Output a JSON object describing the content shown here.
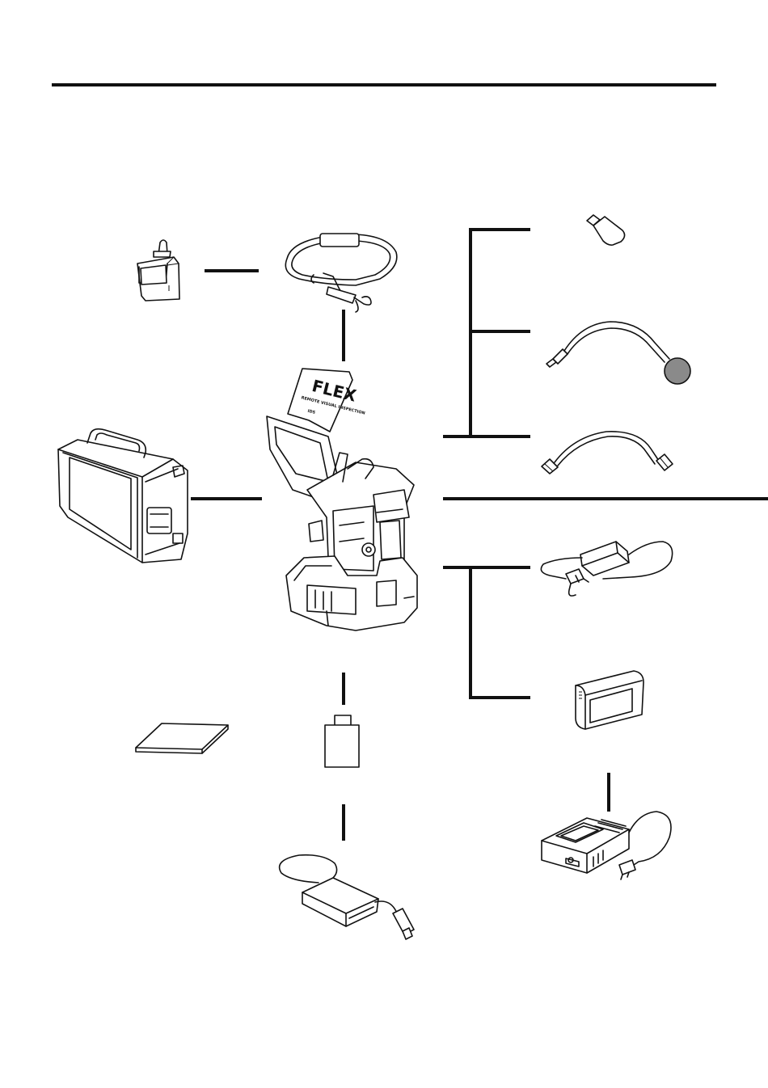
{
  "diagram": {
    "device_logo": {
      "brand": "FLEX",
      "tagline": "REMOTE VISUAL INSPECTION",
      "maker": "IDS"
    },
    "accessories": [
      {
        "id": "tip-adapter-case",
        "icon": "tip-adapter-case-icon"
      },
      {
        "id": "shoulder-strap",
        "icon": "shoulder-strap-icon"
      },
      {
        "id": "usb-memory-stick",
        "icon": "usb-stick-icon"
      },
      {
        "id": "microphone-cable",
        "icon": "microphone-cable-icon"
      },
      {
        "id": "video-cable",
        "icon": "video-cable-icon"
      },
      {
        "id": "carrying-case",
        "icon": "carrying-case-icon"
      },
      {
        "id": "main-unit",
        "icon": "inspection-unit-icon"
      },
      {
        "id": "ac-adapter",
        "icon": "ac-adapter-icon"
      },
      {
        "id": "battery-pack",
        "icon": "battery-pack-icon"
      },
      {
        "id": "instruction-manual",
        "icon": "manual-icon"
      },
      {
        "id": "memory-card",
        "icon": "memory-card-icon"
      },
      {
        "id": "card-reader",
        "icon": "card-reader-icon"
      },
      {
        "id": "battery-charger",
        "icon": "battery-charger-icon"
      }
    ],
    "colors": {
      "line": "#111111",
      "background": "#ffffff",
      "mic_ball": "#8a8a8a"
    }
  }
}
